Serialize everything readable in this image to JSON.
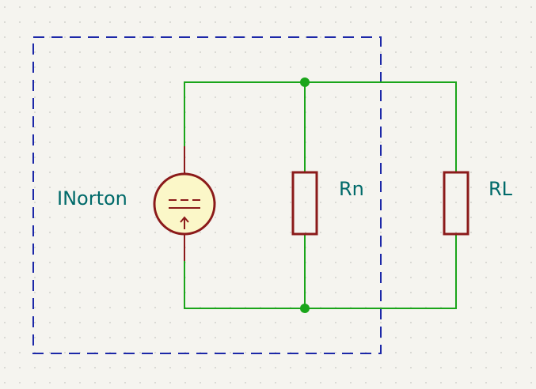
{
  "schematic": {
    "components": [
      {
        "ref": "INorton",
        "type": "current-source"
      },
      {
        "ref": "Rn",
        "type": "resistor"
      },
      {
        "ref": "RL",
        "type": "resistor"
      }
    ]
  },
  "colors": {
    "background": "#f5f4ef",
    "grid_dot": "#c8c7c2",
    "wire": "#1aa51a",
    "junction": "#1aa51a",
    "component_outline": "#8b1a1a",
    "source_fill": "#fbf7c8",
    "label_text": "#006a6a",
    "boundary": "#1c28a8"
  }
}
